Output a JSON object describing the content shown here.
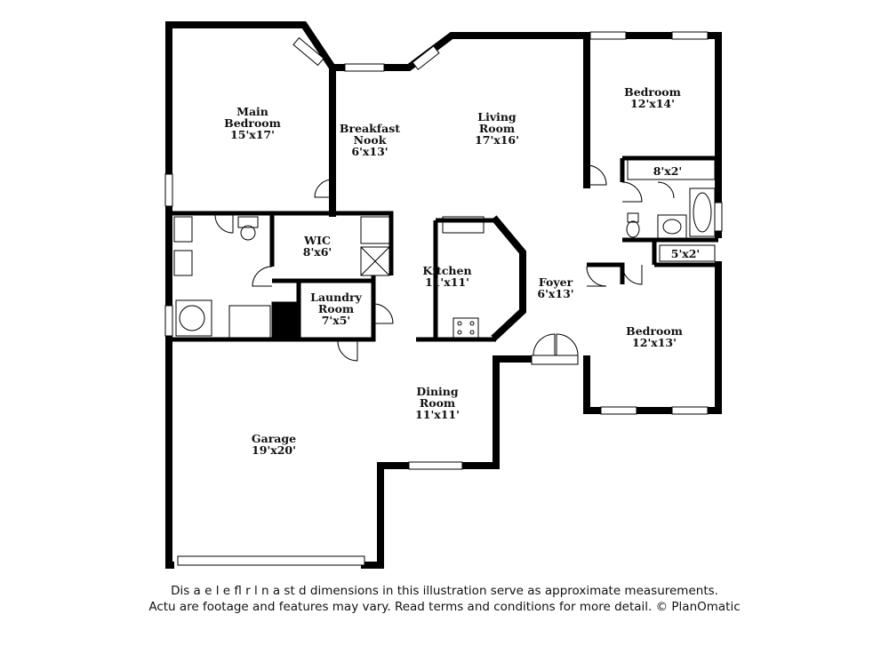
{
  "rooms": {
    "main_bedroom": {
      "name_line1": "Main",
      "name_line2": "Bedroom",
      "dim": "15'x17'"
    },
    "breakfast_nook": {
      "name_line1": "Breakfast",
      "name_line2": "Nook",
      "dim": "6'x13'"
    },
    "living_room": {
      "name_line1": "Living",
      "name_line2": "Room",
      "dim": "17'x16'"
    },
    "bedroom_top": {
      "name": "Bedroom",
      "dim": "12'x14'"
    },
    "closet_top": {
      "dim": "8'x2'"
    },
    "wic": {
      "name": "WIC",
      "dim": "8'x6'"
    },
    "kitchen": {
      "name": "Kitchen",
      "dim": "11'x11'"
    },
    "foyer": {
      "name": "Foyer",
      "dim": "6'x13'"
    },
    "closet_small": {
      "dim": "5'x2'"
    },
    "laundry": {
      "name_line1": "Laundry",
      "name_line2": "Room",
      "dim": "7'x5'"
    },
    "bedroom_bottom": {
      "name": "Bedroom",
      "dim": "12'x13'"
    },
    "dining_room": {
      "name_line1": "Dining",
      "name_line2": "Room",
      "dim": "11'x11'"
    },
    "garage": {
      "name": "Garage",
      "dim": "19'x20'"
    }
  },
  "disclaimer": {
    "line1": "Dis a  e   l e fl r  l n a  st  d dimensions in this illustration serve as approximate measurements.",
    "line2": "Actu   are footage and features may vary. Read terms and conditions for more detail. © PlanOmatic"
  }
}
